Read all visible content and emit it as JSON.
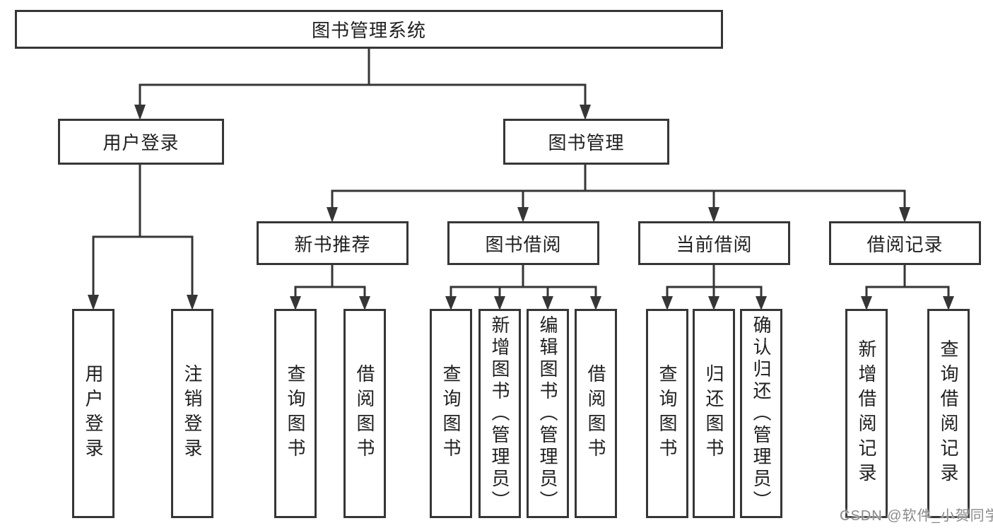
{
  "diagram": {
    "root": {
      "label": "图书管理系统"
    },
    "level2": [
      {
        "label": "用户登录"
      },
      {
        "label": "图书管理"
      }
    ],
    "level3": [
      {
        "label": "新书推荐"
      },
      {
        "label": "图书借阅"
      },
      {
        "label": "当前借阅"
      },
      {
        "label": "借阅记录"
      }
    ],
    "leaves": {
      "login": [
        "用户登录",
        "注销登录"
      ],
      "recommend": [
        "查询图书",
        "借阅图书"
      ],
      "borrow": [
        "查询图书",
        "新增图书（管理员）",
        "编辑图书（管理员）",
        "借阅图书"
      ],
      "current": [
        "查询图书",
        "归还图书",
        "确认归还（管理员）"
      ],
      "records": [
        "新增借阅记录",
        "查询借阅记录"
      ]
    },
    "colors": {
      "line": "#363636",
      "text": "#1f1f1f",
      "background": "#ffffff",
      "watermark": "#8a8a8a"
    }
  },
  "watermark": {
    "text": "CSDN @软件_小贺同学"
  }
}
